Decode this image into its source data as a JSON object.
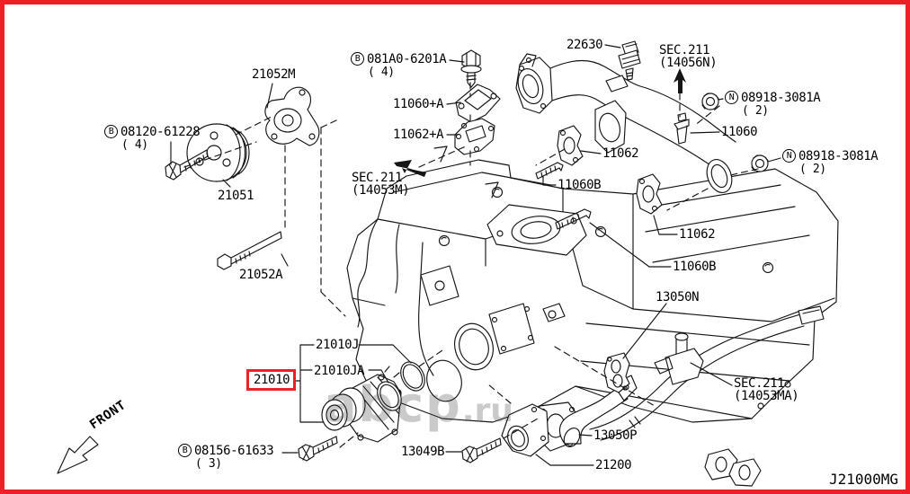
{
  "frame": {
    "border_color": "#ed2028",
    "highlight_color": "#ed2028"
  },
  "watermark": {
    "text_main": "abcp",
    "text_suffix": ".ru"
  },
  "footer": {
    "diagram_code": "J21000MG"
  },
  "front": {
    "label": "FRONT"
  },
  "callouts": {
    "c21052M": {
      "label": "21052M"
    },
    "b08120": {
      "prefix": "B",
      "label": "08120-61228",
      "qty": "( 4)"
    },
    "c21051": {
      "label": "21051"
    },
    "c21052A": {
      "label": "21052A"
    },
    "b081A0": {
      "prefix": "B",
      "label": "081A0-6201A",
      "qty": "( 4)"
    },
    "c11060pA": {
      "label": "11060+A"
    },
    "c11062pA": {
      "label": "11062+A"
    },
    "sec14053M": {
      "line1": "SEC.211",
      "line2": "(14053M)"
    },
    "c22630": {
      "label": "22630"
    },
    "sec14056N": {
      "line1": "SEC.211",
      "line2": "(14056N)"
    },
    "n08918a": {
      "prefix": "N",
      "label": "08918-3081A",
      "qty": "( 2)"
    },
    "c11060": {
      "label": "11060"
    },
    "n08918b": {
      "prefix": "N",
      "label": "08918-3081A",
      "qty": "( 2)"
    },
    "c11062a": {
      "label": "11062"
    },
    "c11060Ba": {
      "label": "11060B"
    },
    "c11062b": {
      "label": "11062"
    },
    "c11060Bb": {
      "label": "11060B"
    },
    "c13050N": {
      "label": "13050N"
    },
    "sec14053MA": {
      "line1": "SEC.211",
      "line2": "(14053MA)"
    },
    "c13050P": {
      "label": "13050P"
    },
    "c21200": {
      "label": "21200"
    },
    "c13049B": {
      "label": "13049B"
    },
    "b08156": {
      "prefix": "B",
      "label": "08156-61633",
      "qty": "( 3)"
    },
    "c21010J": {
      "label": "21010J"
    },
    "c21010JA": {
      "label": "21010JA"
    },
    "c21010": {
      "label": "21010",
      "highlighted": true
    }
  }
}
